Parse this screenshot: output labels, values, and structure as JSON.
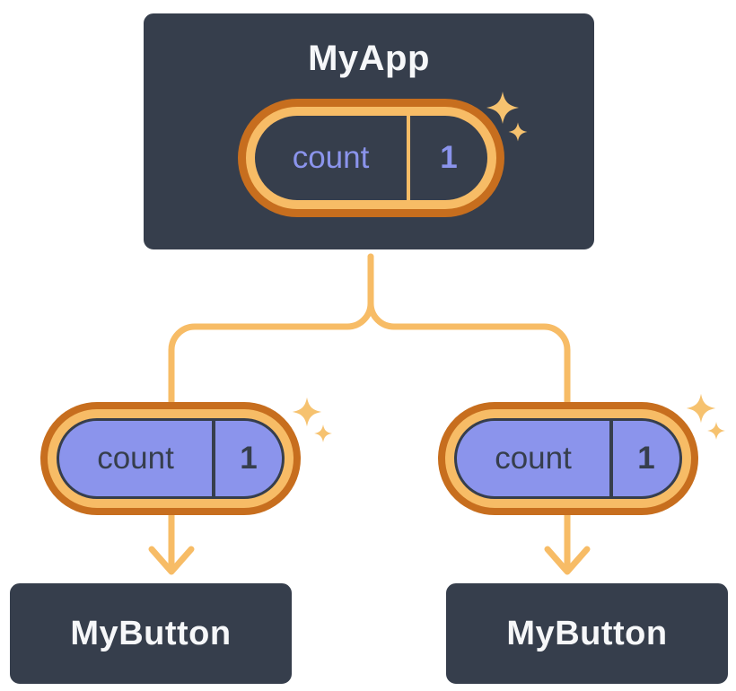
{
  "nodes": {
    "my_app": {
      "label": "MyApp",
      "state": {
        "key": "count",
        "value": "1"
      }
    },
    "my_button_left": {
      "label": "MyButton",
      "prop": {
        "key": "count",
        "value": "1"
      }
    },
    "my_button_right": {
      "label": "MyButton",
      "prop": {
        "key": "count",
        "value": "1"
      }
    }
  },
  "colors": {
    "canvas_bg": "#FFFFFF",
    "card_bg": "#363E4C",
    "card_border": "#FFFFFF",
    "card_text": "#F6F7F9",
    "pill_ring_light": "#F7BC66",
    "pill_ring_dark": "#C76E1E",
    "pill_fill_lavender": "#8B94EC",
    "pill_text_lavender": "#8B94EC",
    "pill_text_dark": "#363E4C",
    "connector": "#F7BC66",
    "sparkle": "#F6C26F"
  },
  "icons": {
    "sparkle": "four-point-star"
  }
}
